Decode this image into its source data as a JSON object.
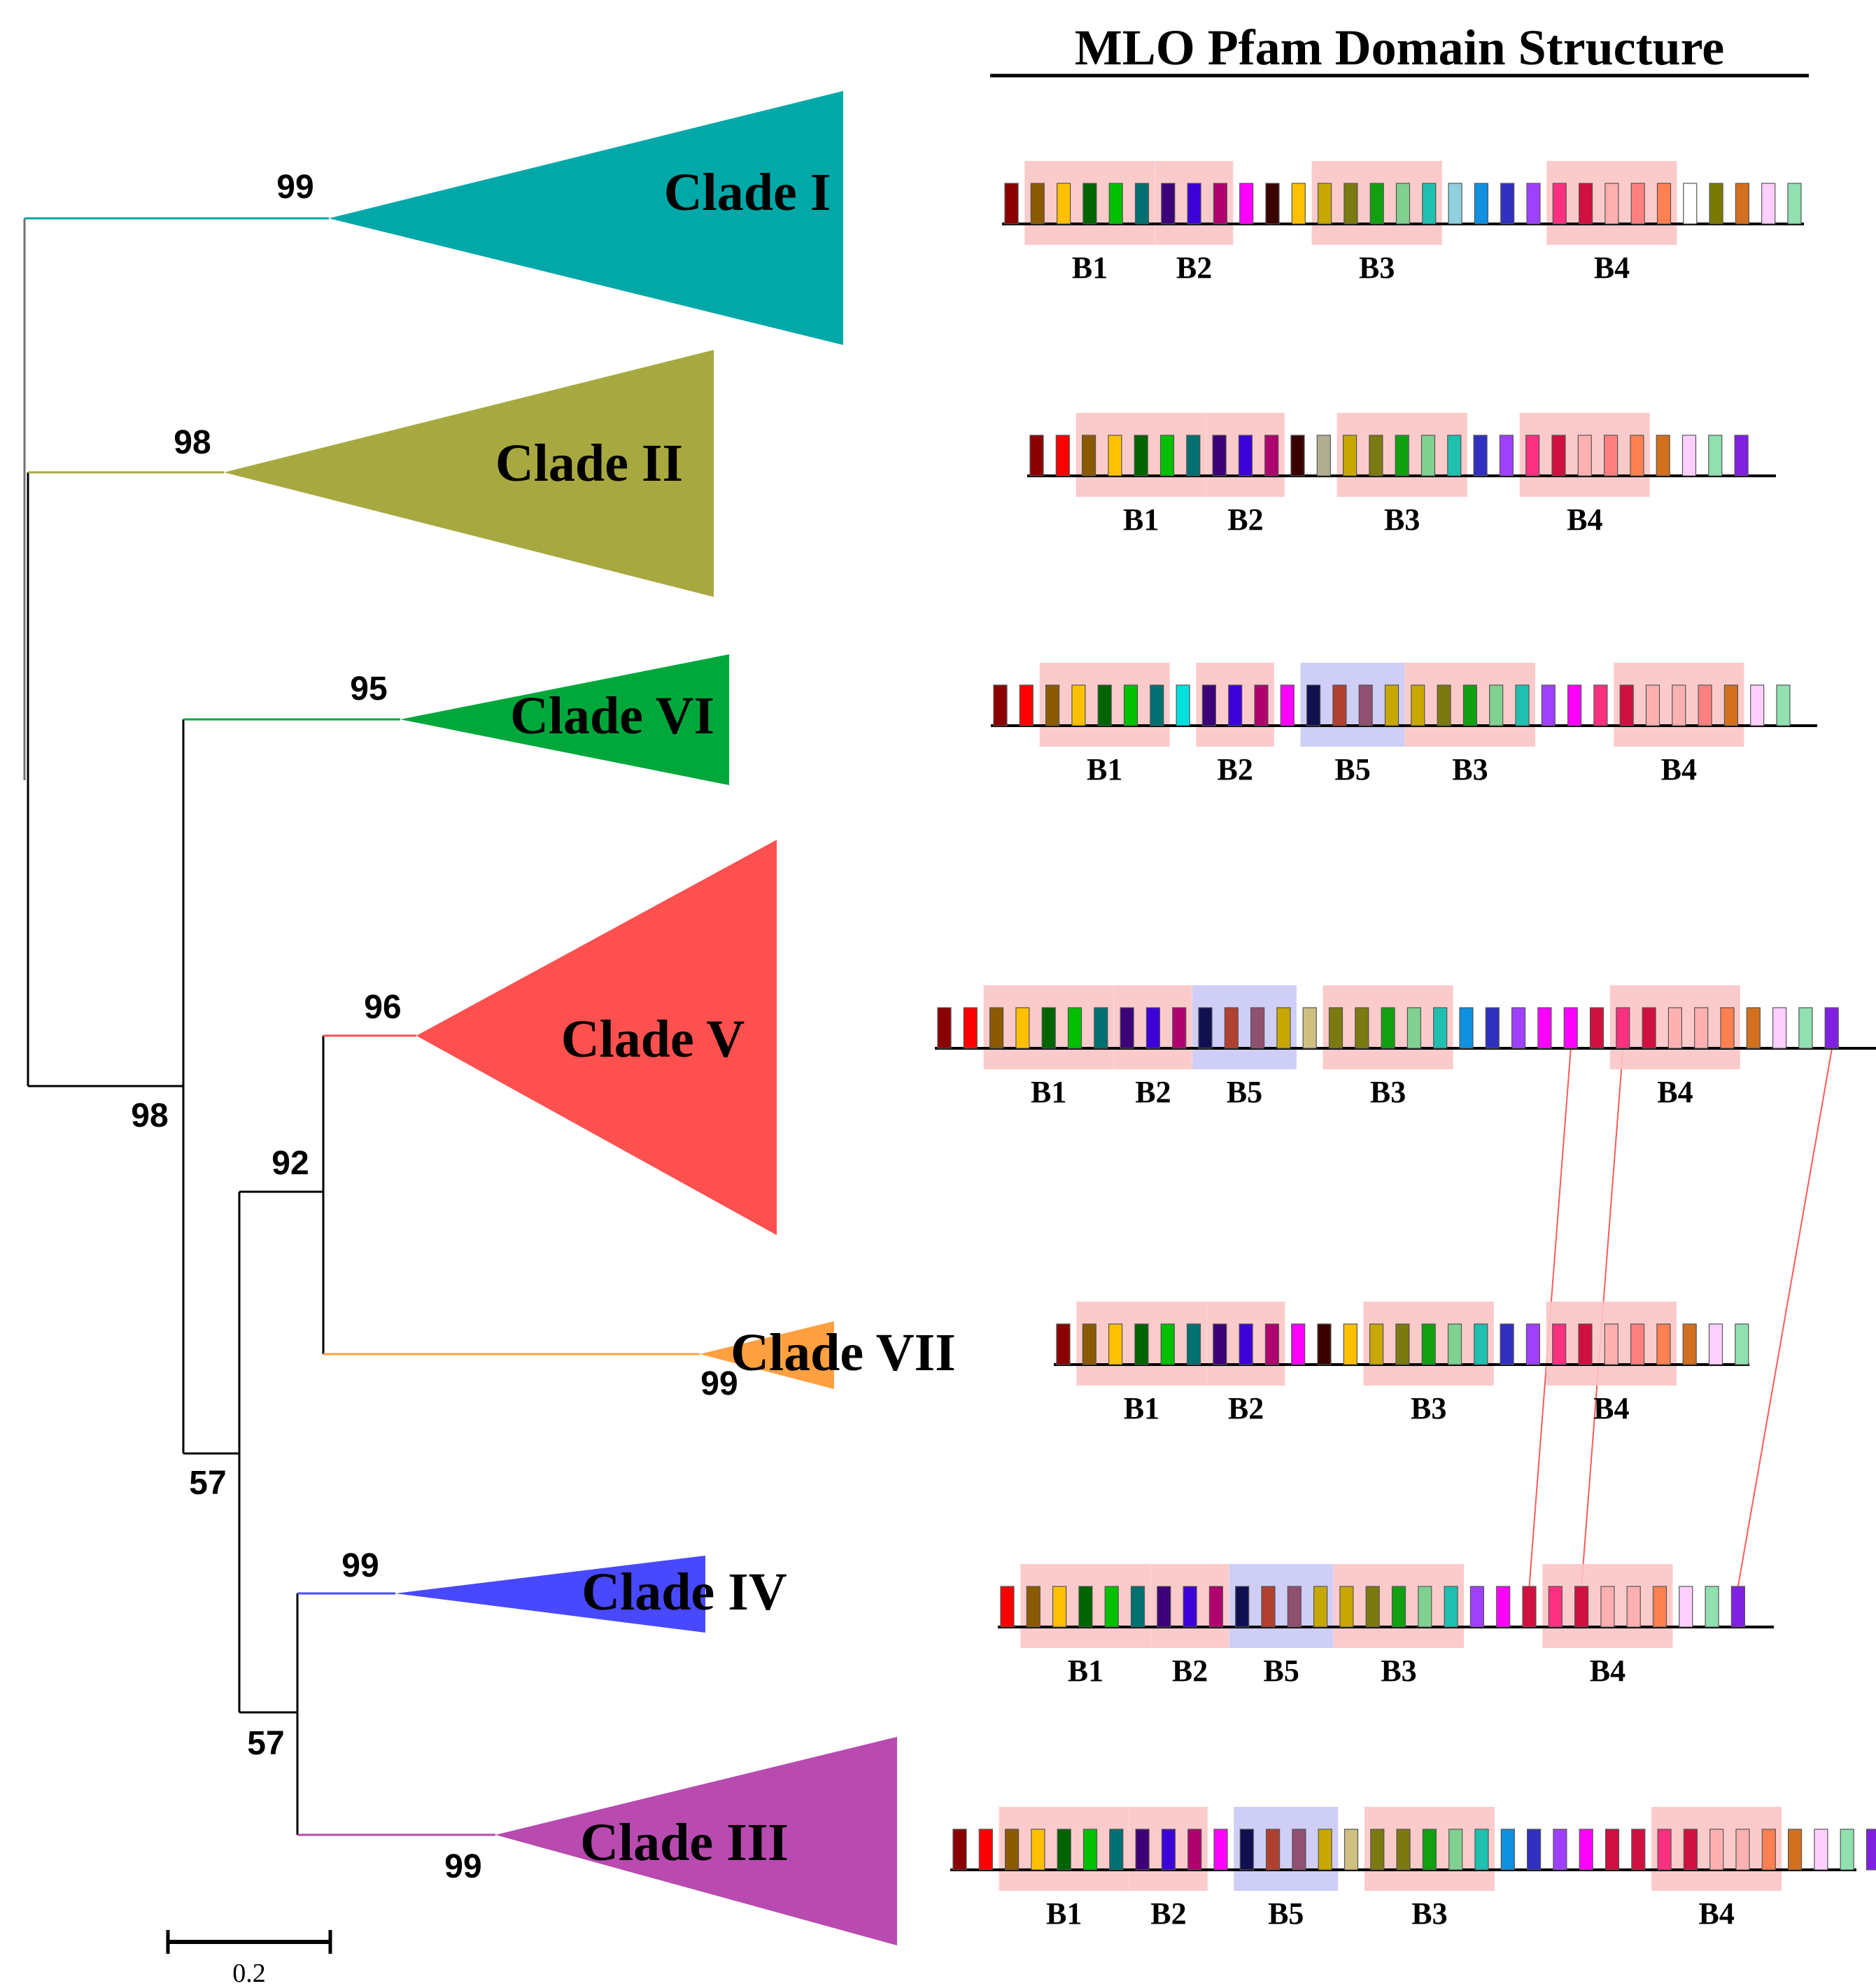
{
  "title": "MLO Pfam Domain Structure",
  "scale_label": "0.2",
  "colors": {
    "teal": "#00a8a8",
    "olive": "#a8a840",
    "green": "#00a83c",
    "red": "#ff5050",
    "orange": "#ffa040",
    "blue": "#4848ff",
    "purple": "#b84ab0",
    "block_pink": "#fbc5c5",
    "block_blue": "#c9c9f5",
    "link_line": "#ff5a5a"
  },
  "clades": [
    {
      "label": "Clade I",
      "bootstrap": "99",
      "color": "#00a8a8"
    },
    {
      "label": "Clade II",
      "bootstrap": "98",
      "color": "#a8a840"
    },
    {
      "label": "Clade VI",
      "bootstrap": "95",
      "color": "#00a83c"
    },
    {
      "label": "Clade V",
      "bootstrap": "96",
      "color": "#ff5050"
    },
    {
      "label": "Clade VII",
      "bootstrap": "99",
      "color": "#ffa040"
    },
    {
      "label": "Clade IV",
      "bootstrap": "99",
      "color": "#4848ff"
    },
    {
      "label": "Clade III",
      "bootstrap": "99",
      "color": "#b84ab0"
    }
  ],
  "internal_nodes": [
    "98",
    "92",
    "57",
    "57"
  ],
  "palette": {
    "M": "#8b0000",
    "R": "#ff0000",
    "BR": "#8b5a00",
    "Y": "#ffc000",
    "DG": "#006400",
    "G": "#00c000",
    "TL": "#007070",
    "IN": "#3c0078",
    "BL": "#3c00d8",
    "MG": "#b00070",
    "MA": "#ff00ff",
    "DB": "#3a0000",
    "OL": "#c8a800",
    "OD": "#7a7a10",
    "GR": "#10a010",
    "MT": "#80d090",
    "TQ": "#20c0b0",
    "LB": "#90d0e0",
    "SB": "#1090e0",
    "B2": "#3030c0",
    "LV": "#a040ff",
    "PK": "#ff3080",
    "CR": "#d01040",
    "SP": "#ffb0b0",
    "SA": "#ff8080",
    "CO": "#ff8050",
    "WH": "#ffffff",
    "OV": "#7a7a00",
    "CH": "#d27020",
    "PP": "#ffd0ff",
    "LM": "#90e0b0",
    "TN": "#b0b090",
    "VI": "#8020e0",
    "NV": "#101050",
    "SI": "#b04030",
    "PR": "#905070",
    "AQ": "#00e0e0",
    "KH": "#d0c080"
  },
  "domain_rows": [
    {
      "motifs": [
        "M",
        "BR",
        "Y",
        "DG",
        "G",
        "TL",
        "IN",
        "BL",
        "MG",
        "MA",
        "DB",
        "Y",
        "OL",
        "OD",
        "GR",
        "MT",
        "TQ",
        "LB",
        "SB",
        "B2",
        "LV",
        "PK",
        "CR",
        "SP",
        "SA",
        "CO",
        "WH",
        "OV",
        "CH",
        "PP",
        "LM"
      ],
      "blocks": [
        {
          "label": "B1",
          "kind": "pink",
          "from": 1,
          "to": 5
        },
        {
          "label": "B2",
          "kind": "pink",
          "from": 6,
          "to": 8
        },
        {
          "label": "B3",
          "kind": "pink",
          "from": 12,
          "to": 16
        },
        {
          "label": "B4",
          "kind": "pink",
          "from": 21,
          "to": 25
        }
      ]
    },
    {
      "motifs": [
        "M",
        "R",
        "BR",
        "Y",
        "DG",
        "G",
        "TL",
        "IN",
        "BL",
        "MG",
        "DB",
        "TN",
        "OL",
        "OD",
        "GR",
        "MT",
        "TQ",
        "B2",
        "LV",
        "PK",
        "CR",
        "SP",
        "SA",
        "CO",
        "CH",
        "PP",
        "LM",
        "VI"
      ],
      "blocks": [
        {
          "label": "B1",
          "kind": "pink",
          "from": 2,
          "to": 6
        },
        {
          "label": "B2",
          "kind": "pink",
          "from": 7,
          "to": 9
        },
        {
          "label": "B3",
          "kind": "pink",
          "from": 12,
          "to": 16
        },
        {
          "label": "B4",
          "kind": "pink",
          "from": 19,
          "to": 23
        }
      ]
    },
    {
      "motifs": [
        "M",
        "R",
        "BR",
        "Y",
        "DG",
        "G",
        "TL",
        "AQ",
        "IN",
        "BL",
        "MG",
        "MA",
        "NV",
        "SI",
        "PR",
        "OL",
        "OL",
        "OD",
        "GR",
        "MT",
        "TQ",
        "LV",
        "MA",
        "PK",
        "CR",
        "SP",
        "SP",
        "SA",
        "CH",
        "PP",
        "LM"
      ],
      "blocks": [
        {
          "label": "B1",
          "kind": "pink",
          "from": 2,
          "to": 6
        },
        {
          "label": "B2",
          "kind": "pink",
          "from": 8,
          "to": 10
        },
        {
          "label": "B5",
          "kind": "blue",
          "from": 12,
          "to": 15
        },
        {
          "label": "B3",
          "kind": "pink",
          "from": 16,
          "to": 20
        },
        {
          "label": "B4",
          "kind": "pink",
          "from": 24,
          "to": 28
        }
      ]
    },
    {
      "motifs": [
        "M",
        "R",
        "BR",
        "Y",
        "DG",
        "G",
        "TL",
        "IN",
        "BL",
        "MG",
        "NV",
        "SI",
        "PR",
        "OL",
        "KH",
        "OD",
        "OD",
        "GR",
        "MT",
        "TQ",
        "SB",
        "B2",
        "LV",
        "MA",
        "MA",
        "CR",
        "PK",
        "CR",
        "SP",
        "SP",
        "CO",
        "CH",
        "PP",
        "LM",
        "VI"
      ],
      "blocks": [
        {
          "label": "B1",
          "kind": "pink",
          "from": 2,
          "to": 6
        },
        {
          "label": "B2",
          "kind": "pink",
          "from": 7,
          "to": 9
        },
        {
          "label": "B5",
          "kind": "blue",
          "from": 10,
          "to": 13
        },
        {
          "label": "B3",
          "kind": "pink",
          "from": 15,
          "to": 19
        },
        {
          "label": "B4",
          "kind": "pink",
          "from": 26,
          "to": 30
        }
      ]
    },
    {
      "motifs": [
        "M",
        "BR",
        "Y",
        "DG",
        "G",
        "TL",
        "IN",
        "BL",
        "MG",
        "MA",
        "DB",
        "Y",
        "OL",
        "OD",
        "GR",
        "MT",
        "TQ",
        "B2",
        "LV",
        "PK",
        "CR",
        "SP",
        "SA",
        "CO",
        "CH",
        "PP",
        "LM"
      ],
      "blocks": [
        {
          "label": "B1",
          "kind": "pink",
          "from": 1,
          "to": 5
        },
        {
          "label": "B2",
          "kind": "pink",
          "from": 6,
          "to": 8
        },
        {
          "label": "B3",
          "kind": "pink",
          "from": 12,
          "to": 16
        },
        {
          "label": "B4",
          "kind": "pink",
          "from": 19,
          "to": 23
        }
      ]
    },
    {
      "motifs": [
        "R",
        "BR",
        "Y",
        "DG",
        "G",
        "TL",
        "IN",
        "BL",
        "MG",
        "NV",
        "SI",
        "PR",
        "OL",
        "OL",
        "OD",
        "GR",
        "MT",
        "TQ",
        "LV",
        "MA",
        "CR",
        "PK",
        "CR",
        "SP",
        "SP",
        "CO",
        "PP",
        "LM",
        "VI"
      ],
      "blocks": [
        {
          "label": "B1",
          "kind": "pink",
          "from": 1,
          "to": 5
        },
        {
          "label": "B2",
          "kind": "pink",
          "from": 6,
          "to": 8
        },
        {
          "label": "B5",
          "kind": "blue",
          "from": 9,
          "to": 12
        },
        {
          "label": "B3",
          "kind": "pink",
          "from": 13,
          "to": 17
        },
        {
          "label": "B4",
          "kind": "pink",
          "from": 21,
          "to": 25
        }
      ]
    },
    {
      "motifs": [
        "M",
        "R",
        "BR",
        "Y",
        "DG",
        "G",
        "TL",
        "IN",
        "BL",
        "MG",
        "MA",
        "NV",
        "SI",
        "PR",
        "OL",
        "KH",
        "OD",
        "OD",
        "GR",
        "MT",
        "TQ",
        "SB",
        "B2",
        "LV",
        "MA",
        "CR",
        "CR",
        "PK",
        "CR",
        "SP",
        "SP",
        "CO",
        "CH",
        "PP",
        "LM",
        "VI"
      ],
      "blocks": [
        {
          "label": "B1",
          "kind": "pink",
          "from": 2,
          "to": 6
        },
        {
          "label": "B2",
          "kind": "pink",
          "from": 7,
          "to": 9
        },
        {
          "label": "B5",
          "kind": "blue",
          "from": 11,
          "to": 14
        },
        {
          "label": "B3",
          "kind": "pink",
          "from": 16,
          "to": 20
        },
        {
          "label": "B4",
          "kind": "pink",
          "from": 27,
          "to": 31
        }
      ]
    }
  ]
}
